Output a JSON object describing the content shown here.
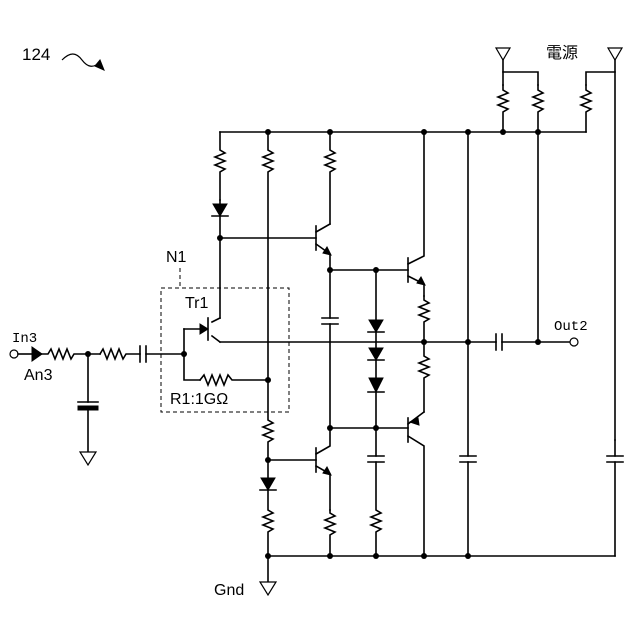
{
  "figure": {
    "number": "124"
  },
  "labels": {
    "power": "電源",
    "node": "N1",
    "transistor": "Tr1",
    "resistor": "R1:1GΩ",
    "input_terminal": "In3",
    "input_name": "An3",
    "output_terminal": "Out2",
    "ground": "Gnd"
  }
}
